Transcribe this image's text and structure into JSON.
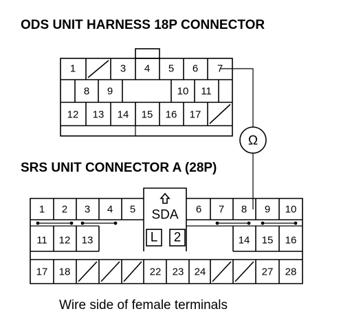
{
  "title_top": "ODS UNIT HARNESS 18P CONNECTOR",
  "title_bottom": "SRS UNIT CONNECTOR A (28P)",
  "caption": "Wire side of female terminals",
  "meter_symbol": "Ω",
  "ods_pins": {
    "row1": [
      "1",
      "",
      "3",
      "4",
      "5",
      "6",
      "7"
    ],
    "row2": [
      "8",
      "9",
      "10",
      "11"
    ],
    "row3": [
      "12",
      "13",
      "14",
      "15",
      "16",
      "17"
    ]
  },
  "srs_pins": {
    "row1_left": [
      "1",
      "2",
      "3",
      "4",
      "5"
    ],
    "row1_right": [
      "6",
      "7",
      "8",
      "9",
      "10"
    ],
    "row2_left": [
      "11",
      "12",
      "13"
    ],
    "row2_right": [
      "14",
      "15",
      "16"
    ],
    "row3_left": [
      "17",
      "18"
    ],
    "row3_mid": [
      "22",
      "23",
      "24"
    ],
    "row3_right": [
      "27",
      "28"
    ],
    "center_label": "SDA",
    "box_l": "L",
    "box_2": "2"
  }
}
